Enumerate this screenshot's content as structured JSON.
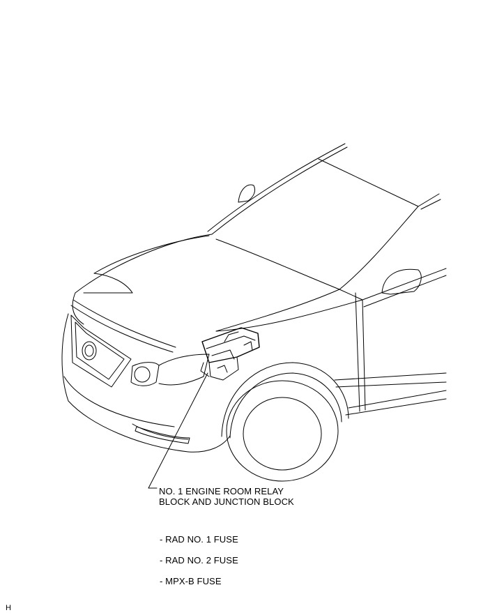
{
  "callout": {
    "line1": "NO. 1 ENGINE ROOM RELAY",
    "line2": "BLOCK AND JUNCTION BLOCK"
  },
  "fuses": [
    "- RAD NO. 1 FUSE",
    "- RAD NO. 2 FUSE",
    "- MPX-B FUSE"
  ],
  "page_id": "H",
  "colors": {
    "line": "#000000",
    "background": "#ffffff"
  }
}
